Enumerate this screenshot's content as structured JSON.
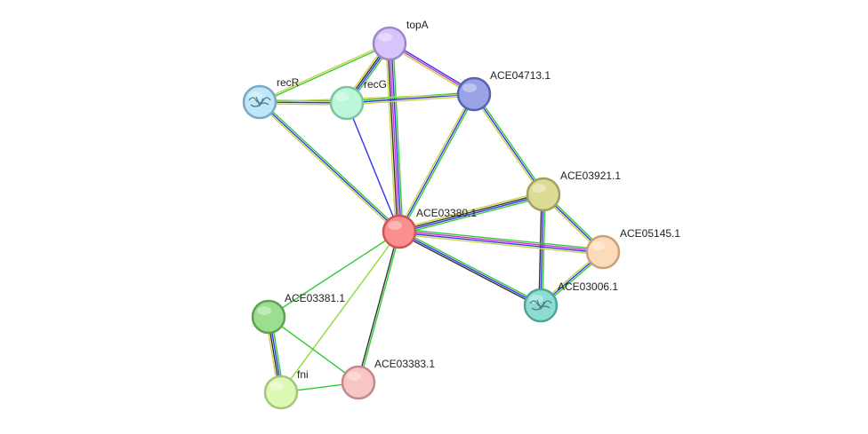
{
  "palette": {
    "green": "#33cc33",
    "yellow": "#c8d246",
    "blue": "#3333ee",
    "magenta": "#cc33cc",
    "dark": "#333333",
    "lime": "#88dd33"
  },
  "nodes": [
    {
      "id": "topA",
      "label": "topA",
      "fill": "#d7c4fb",
      "stroke": "#9e86c8"
    },
    {
      "id": "recR",
      "label": "recR",
      "fill": "#bfe6f9",
      "stroke": "#79a9c5",
      "structure": true
    },
    {
      "id": "recG",
      "label": "recG",
      "fill": "#bdf7da",
      "stroke": "#7fc3a0"
    },
    {
      "id": "ACE04713.1",
      "label": "ACE04713.1",
      "fill": "#99a3e6",
      "stroke": "#5563b0"
    },
    {
      "id": "ACE03921.1",
      "label": "ACE03921.1",
      "fill": "#dcdb95",
      "stroke": "#a2a05c"
    },
    {
      "id": "ACE03380.1",
      "label": "ACE03380.1",
      "fill": "#fb8e8e",
      "stroke": "#cc5555"
    },
    {
      "id": "ACE05145.1",
      "label": "ACE05145.1",
      "fill": "#fcdbba",
      "stroke": "#c9a27a"
    },
    {
      "id": "ACE03006.1",
      "label": "ACE03006.1",
      "fill": "#8ddcd2",
      "stroke": "#4ea496",
      "structure": true
    },
    {
      "id": "ACE03381.1",
      "label": "ACE03381.1",
      "fill": "#9ddd8f",
      "stroke": "#5ea150"
    },
    {
      "id": "fni",
      "label": "fni",
      "fill": "#ddf9b5",
      "stroke": "#a5c57a"
    },
    {
      "id": "ACE03383.1",
      "label": "ACE03383.1",
      "fill": "#f8c4c4",
      "stroke": "#c08a8a"
    }
  ],
  "edges": [
    {
      "source": "topA",
      "target": "recR",
      "colors": [
        "green",
        "yellow"
      ]
    },
    {
      "source": "topA",
      "target": "recG",
      "colors": [
        "green",
        "blue",
        "dark",
        "yellow"
      ]
    },
    {
      "source": "topA",
      "target": "ACE04713.1",
      "colors": [
        "blue",
        "magenta",
        "yellow"
      ]
    },
    {
      "source": "topA",
      "target": "ACE03380.1",
      "colors": [
        "green",
        "blue",
        "magenta",
        "dark",
        "yellow"
      ]
    },
    {
      "source": "recR",
      "target": "recG",
      "colors": [
        "green",
        "blue",
        "yellow"
      ]
    },
    {
      "source": "recR",
      "target": "ACE03380.1",
      "colors": [
        "green",
        "blue",
        "yellow"
      ]
    },
    {
      "source": "recG",
      "target": "ACE04713.1",
      "colors": [
        "green",
        "blue",
        "yellow"
      ]
    },
    {
      "source": "recR",
      "target": "ACE04713.1",
      "colors": [
        "yellow"
      ]
    },
    {
      "source": "recG",
      "target": "ACE03380.1",
      "colors": [
        "blue"
      ]
    },
    {
      "source": "ACE04713.1",
      "target": "ACE03380.1",
      "colors": [
        "green",
        "blue",
        "yellow"
      ]
    },
    {
      "source": "ACE04713.1",
      "target": "ACE03921.1",
      "colors": [
        "green",
        "blue",
        "yellow"
      ]
    },
    {
      "source": "ACE03921.1",
      "target": "ACE03380.1",
      "colors": [
        "green",
        "blue",
        "dark",
        "yellow"
      ]
    },
    {
      "source": "ACE03921.1",
      "target": "ACE05145.1",
      "colors": [
        "green",
        "blue",
        "yellow"
      ]
    },
    {
      "source": "ACE03921.1",
      "target": "ACE03006.1",
      "colors": [
        "green",
        "blue",
        "dark"
      ]
    },
    {
      "source": "ACE03380.1",
      "target": "ACE05145.1",
      "colors": [
        "green",
        "magenta",
        "blue",
        "yellow"
      ]
    },
    {
      "source": "ACE03380.1",
      "target": "ACE03006.1",
      "colors": [
        "green",
        "blue",
        "dark"
      ]
    },
    {
      "source": "ACE05145.1",
      "target": "ACE03006.1",
      "colors": [
        "green",
        "blue",
        "yellow"
      ]
    },
    {
      "source": "ACE03380.1",
      "target": "ACE03381.1",
      "colors": [
        "green"
      ]
    },
    {
      "source": "ACE03380.1",
      "target": "fni",
      "colors": [
        "lime"
      ]
    },
    {
      "source": "ACE03380.1",
      "target": "ACE03383.1",
      "colors": [
        "green",
        "dark"
      ]
    },
    {
      "source": "ACE03381.1",
      "target": "fni",
      "colors": [
        "green",
        "blue",
        "dark",
        "yellow"
      ]
    },
    {
      "source": "ACE03381.1",
      "target": "ACE03383.1",
      "colors": [
        "green"
      ]
    },
    {
      "source": "fni",
      "target": "ACE03383.1",
      "colors": [
        "green"
      ]
    }
  ]
}
